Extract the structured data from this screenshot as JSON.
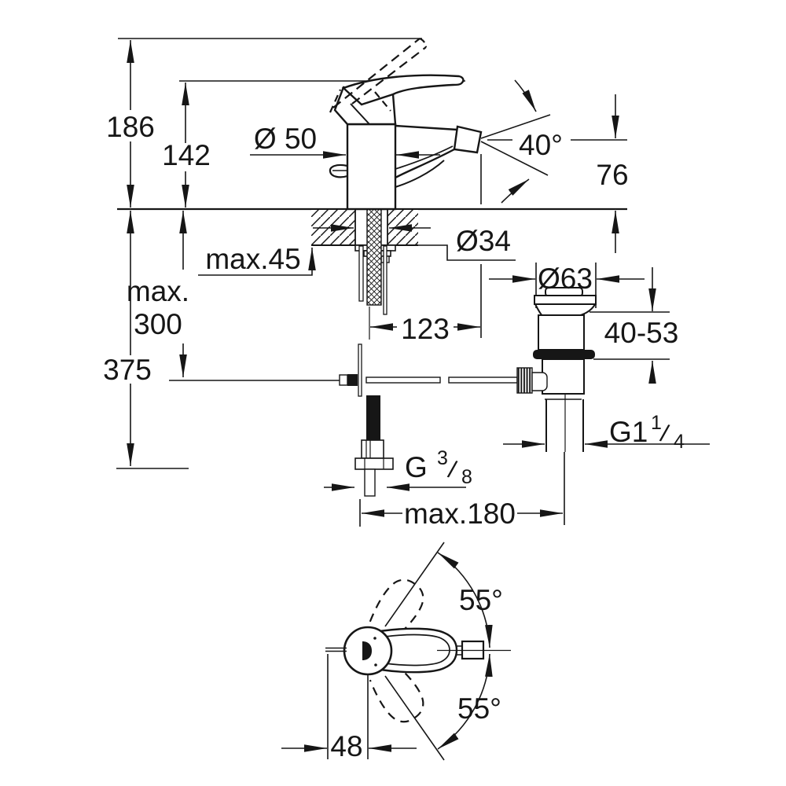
{
  "colors": {
    "ink": "#161616",
    "background": "#ffffff"
  },
  "side_view": {
    "height_overall": "186",
    "height_to_handle": "142",
    "body_diameter": "Ø 50",
    "spray_angle": "40°",
    "spout_height": "76",
    "deck_thickness_max": "max.45",
    "hole_diameter": "Ø34",
    "hose_max_word": "max.",
    "hose_max_value": "300",
    "hose_length": "375",
    "spout_reach": "123",
    "waste_flange_diameter": "Ø63",
    "waste_clamping_range": "40-53",
    "waste_thread_prefix": "G1",
    "waste_thread_numerator": "1",
    "waste_thread_slash": "/",
    "waste_thread_denominator": "4",
    "supply_thread_prefix": "G",
    "supply_thread_numerator": "3",
    "supply_thread_slash": "/",
    "supply_thread_denominator": "8",
    "rod_length_max": "max.180"
  },
  "top_view": {
    "handle_swing_upper": "55°",
    "handle_swing_lower": "55°",
    "handle_offset": "48"
  }
}
